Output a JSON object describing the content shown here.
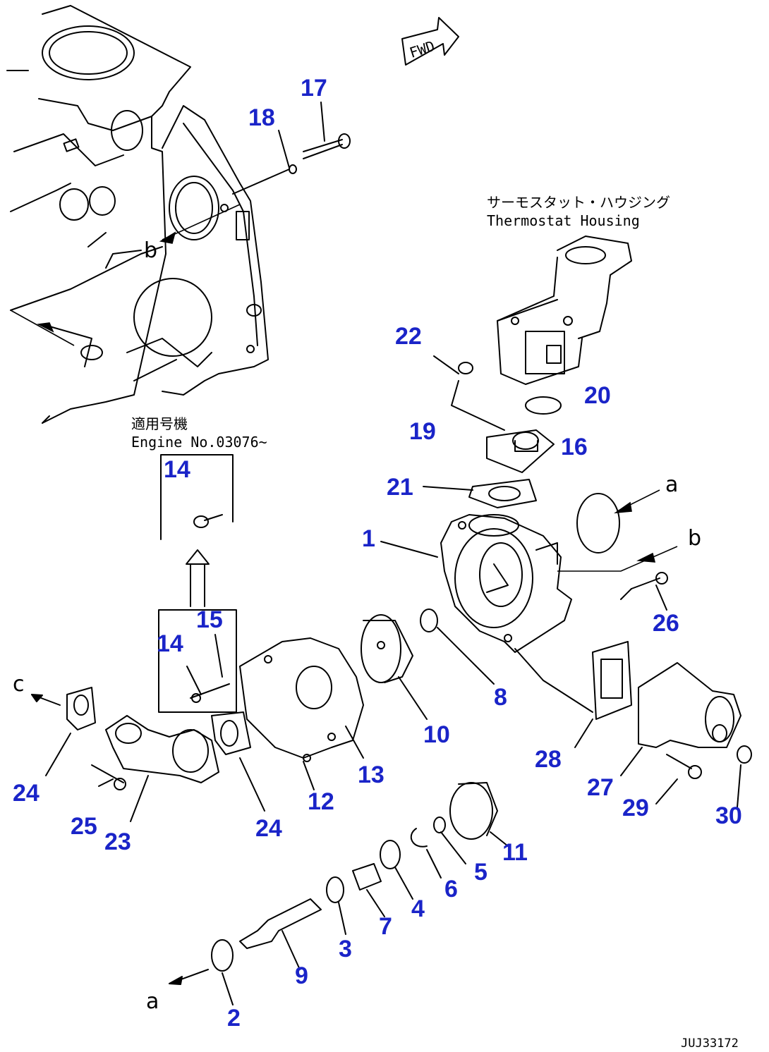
{
  "fwd_label": "FWD",
  "notes": {
    "thermostat_jp": "サーモスタット・ハウジング",
    "thermostat_en": "Thermostat Housing",
    "engine_jp": "適用号機",
    "engine_en": "Engine No.03076~"
  },
  "flow_letters": [
    "a",
    "a",
    "b",
    "b",
    "c"
  ],
  "callouts": [
    "1",
    "2",
    "3",
    "4",
    "5",
    "6",
    "7",
    "8",
    "9",
    "10",
    "11",
    "12",
    "13",
    "14",
    "14",
    "15",
    "16",
    "17",
    "18",
    "19",
    "20",
    "21",
    "22",
    "23",
    "24",
    "24",
    "25",
    "26",
    "27",
    "28",
    "29",
    "30"
  ],
  "doc_id": "JUJ33172",
  "colors": {
    "callout": "#1a24c8",
    "line": "#000000"
  }
}
